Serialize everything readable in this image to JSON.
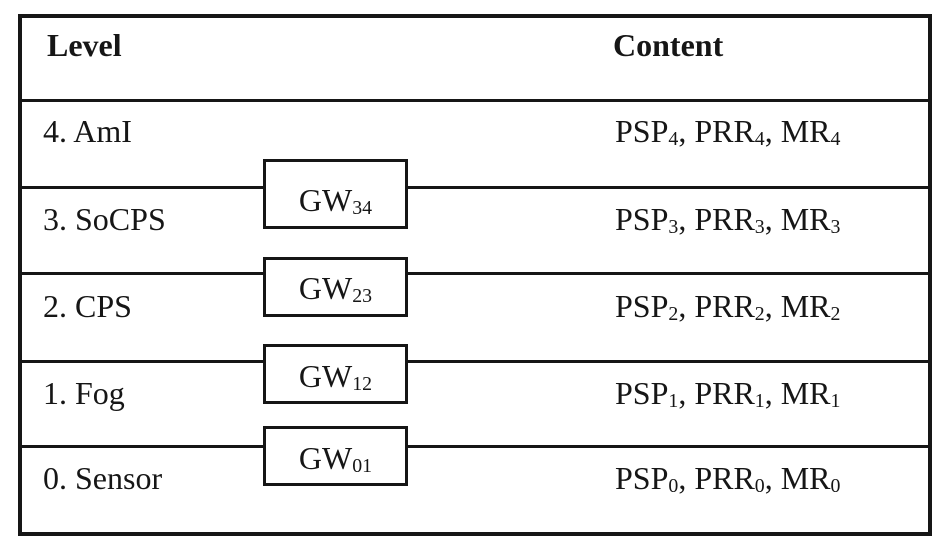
{
  "colors": {
    "ink": "#161616",
    "background": "#ffffff"
  },
  "table": {
    "header": {
      "level_label": "Level",
      "content_label": "Content"
    },
    "rows": [
      {
        "label": "4. AmI",
        "c1": "PSP",
        "s1": "4",
        "c2": ", PRR",
        "s2": "4",
        "c3": ", MR",
        "s3": "4"
      },
      {
        "label": "3. SoCPS",
        "c1": "PSP",
        "s1": "3",
        "c2": ", PRR",
        "s2": "3",
        "c3": ", MR",
        "s3": "3"
      },
      {
        "label": "2. CPS",
        "c1": "PSP",
        "s1": "2",
        "c2": ", PRR",
        "s2": "2",
        "c3": ", MR",
        "s3": "2"
      },
      {
        "label": "1. Fog",
        "c1": "PSP",
        "s1": "1",
        "c2": ", PRR",
        "s2": "1",
        "c3": ", MR",
        "s3": "1"
      },
      {
        "label": "0. Sensor",
        "c1": "PSP",
        "s1": "0",
        "c2": ", PRR",
        "s2": "0",
        "c3": ", MR",
        "s3": "0"
      }
    ],
    "gateways": [
      {
        "base": "GW",
        "sub": "34"
      },
      {
        "base": "GW",
        "sub": "23"
      },
      {
        "base": "GW",
        "sub": "12"
      },
      {
        "base": "GW",
        "sub": "01"
      }
    ]
  }
}
